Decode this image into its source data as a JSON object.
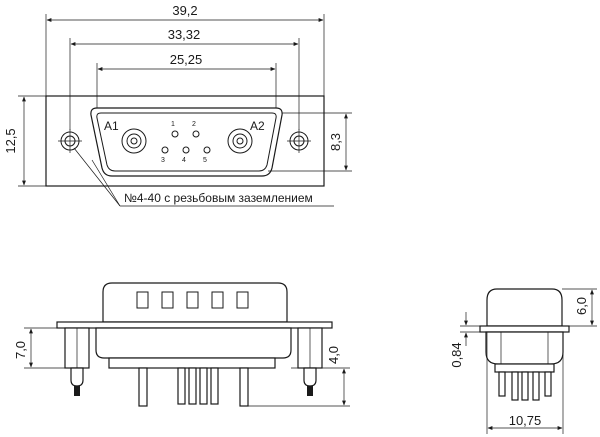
{
  "dimensions": {
    "overall_width": "39,2",
    "mount_hole_spacing": "33,32",
    "shell_width": "25,25",
    "flange_height": "12,5",
    "shell_height": "8,3",
    "height_above_board": "7,0",
    "terminal_length": "4,0",
    "side_height": "6,0",
    "flange_thickness": "0,84",
    "side_depth": "10,75"
  },
  "contacts": {
    "coax_left": "A1",
    "coax_right": "A2",
    "pins": [
      "1",
      "2",
      "3",
      "4",
      "5"
    ]
  },
  "note": "№4-40 с резьбовым заземлением"
}
